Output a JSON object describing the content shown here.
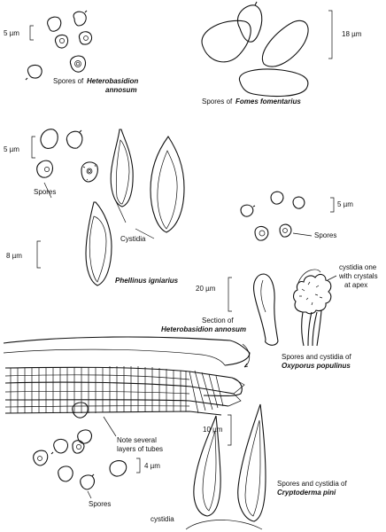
{
  "panels": {
    "heterobasidion": {
      "scale": "5 µm",
      "caption_prefix": "Spores of",
      "species_line1": "Heterobasidion",
      "species_line2": "annosum"
    },
    "fomes": {
      "scale": "18 µm",
      "caption_prefix": "Spores of",
      "species": "Fomes fomentarius"
    },
    "phellinus": {
      "scale_spores": "5 µm",
      "spores_label": "Spores",
      "cystidia_label": "Cystidia",
      "scale_cystidia": "8 µm",
      "species": "Phellinus igniarius"
    },
    "oxyporus": {
      "scale_spores": "5 µm",
      "spores_label": "Spores",
      "scale_cystidia": "20 µm",
      "note_line1": "cystidia one",
      "note_line2": "with crystals",
      "note_line3": "at apex",
      "caption": "Spores and cystidia of",
      "species": "Oxyporus populinus"
    },
    "section": {
      "title_line1": "Section of",
      "species": "Heterobasidion annosum",
      "note_line1": "Note several",
      "note_line2": "layers of tubes"
    },
    "cryptoderma": {
      "scale_spores": "4 µm",
      "spores_label": "Spores",
      "scale_cystidia": "10 µm",
      "caption": "Spores and cystidia of",
      "species": "Cryptoderma pini",
      "cystidia_label": "cystidia"
    }
  }
}
